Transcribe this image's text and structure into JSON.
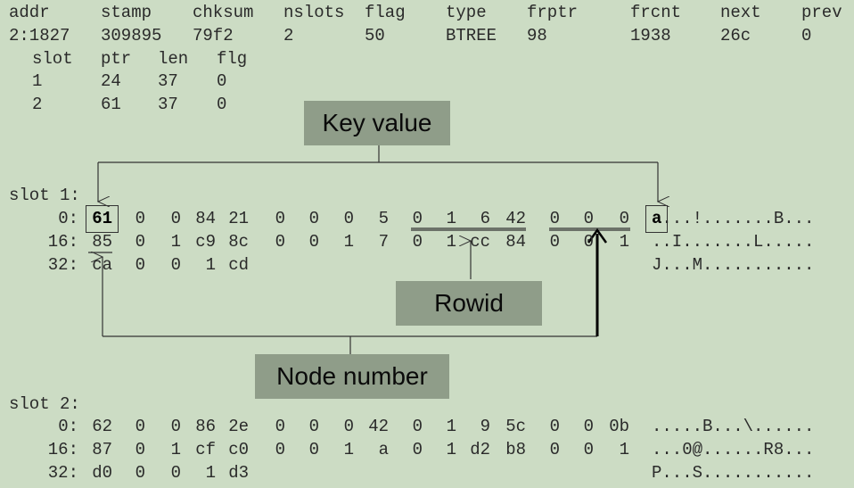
{
  "header": {
    "cols": [
      "addr",
      "stamp",
      "chksum",
      "nslots",
      "flag",
      "type",
      "frptr",
      "frcnt",
      "next",
      "prev"
    ],
    "vals": [
      "2:1827",
      "309895",
      "79f2",
      "2",
      "50",
      "BTREE",
      "98",
      "1938",
      "26c",
      "0"
    ]
  },
  "slot_table": {
    "cols": [
      "slot",
      "ptr",
      "len",
      "flg"
    ],
    "rows": [
      [
        "1",
        "24",
        "37",
        "0"
      ],
      [
        "2",
        "61",
        "37",
        "0"
      ]
    ]
  },
  "callouts": {
    "key_value": "Key value",
    "rowid": "Rowid",
    "node_number": "Node number"
  },
  "slot1": {
    "label": "slot 1:",
    "rows": [
      {
        "off": "0:",
        "bytes": [
          "61",
          "0",
          "0",
          "84",
          "21",
          "0",
          "0",
          "0",
          "5",
          "0",
          "1",
          "6",
          "42",
          "0",
          "0",
          "0"
        ],
        "ascii": "a...!.......B..."
      },
      {
        "off": "16:",
        "bytes": [
          "85",
          "0",
          "1",
          "c9",
          "8c",
          "0",
          "0",
          "1",
          "7",
          "0",
          "1",
          "cc",
          "84",
          "0",
          "0",
          "1"
        ],
        "ascii": "..I.......L....."
      },
      {
        "off": "32:",
        "bytes": [
          "ca",
          "0",
          "0",
          "1",
          "cd"
        ],
        "ascii": "J...M..........."
      }
    ]
  },
  "slot2": {
    "label": "slot 2:",
    "rows": [
      {
        "off": "0:",
        "bytes": [
          "62",
          "0",
          "0",
          "86",
          "2e",
          "0",
          "0",
          "0",
          "42",
          "0",
          "1",
          "9",
          "5c",
          "0",
          "0",
          "0b"
        ],
        "ascii": ".....B...\\......"
      },
      {
        "off": "16:",
        "bytes": [
          "87",
          "0",
          "1",
          "cf",
          "c0",
          "0",
          "0",
          "1",
          "a",
          "0",
          "1",
          "d2",
          "b8",
          "0",
          "0",
          "1"
        ],
        "ascii": "...0@......R8..."
      },
      {
        "off": "32:",
        "bytes": [
          "d0",
          "0",
          "0",
          "1",
          "d3"
        ],
        "ascii": "P...S..........."
      }
    ]
  }
}
